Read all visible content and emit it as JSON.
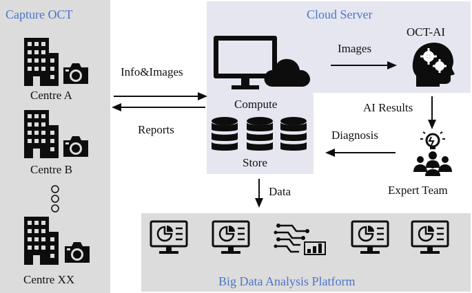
{
  "panels": {
    "capture_title": "Capture OCT",
    "cloud_title": "Cloud Server",
    "platform_title": "Big Data Analysis Platform"
  },
  "centres": [
    {
      "label": "Centre A"
    },
    {
      "label": "Centre B"
    },
    {
      "label": "Centre XX"
    }
  ],
  "cloud": {
    "compute_label": "Compute",
    "store_label": "Store"
  },
  "nodes": {
    "oct_ai_label": "OCT-AI",
    "expert_team_label": "Expert Team"
  },
  "flows": {
    "info_images": "Info&Images",
    "reports": "Reports",
    "images": "Images",
    "ai_results": "AI Results",
    "diagnosis": "Diagnosis",
    "data": "Data"
  },
  "colors": {
    "title_blue": "#4a74c9",
    "panel_gray": "#dcdcdc",
    "cloud_panel": "#e6e6f0",
    "icon_black": "#0d0d0d"
  }
}
